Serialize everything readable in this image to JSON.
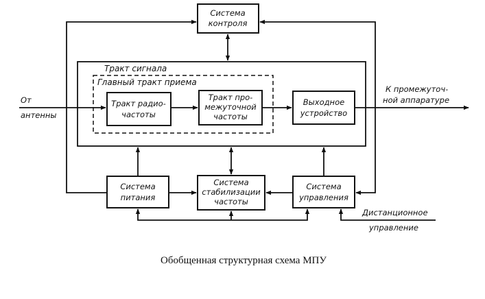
{
  "boxes": {
    "control": [
      "Система",
      "контроля"
    ],
    "rf": [
      "Тракт радио-",
      "частоты"
    ],
    "if": [
      "Тракт про-",
      "межуточной",
      "частоты"
    ],
    "output": [
      "Выходное",
      "устройство"
    ],
    "power": [
      "Система",
      "питания"
    ],
    "stab": [
      "Система",
      "стабилизации",
      "частоты"
    ],
    "mgmt": [
      "Система",
      "управления"
    ]
  },
  "sections": {
    "signal_path": "Тракт сигнала",
    "main_path": "Главный тракт приема"
  },
  "io": {
    "from_antenna": [
      "От",
      "антенны"
    ],
    "to_equipment": [
      "К промежуточ-",
      "ной аппаратуре"
    ],
    "remote_control": [
      "Дистанционное",
      "управление"
    ]
  },
  "caption": "Обобщенная структурная схема МПУ",
  "colors": {
    "ink": "#111111",
    "background": "#ffffff"
  }
}
